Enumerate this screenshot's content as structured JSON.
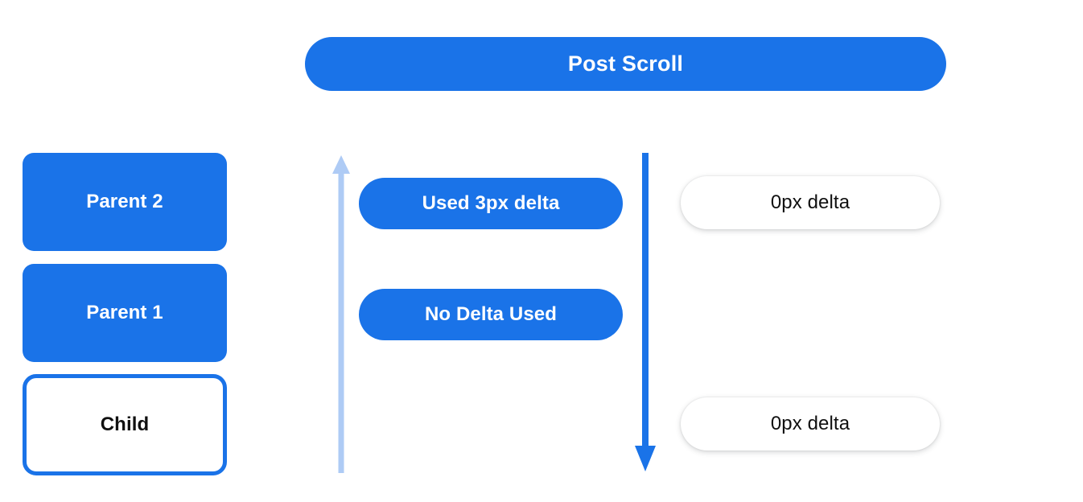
{
  "header": {
    "title": "Post Scroll",
    "bg_color": "#1a73e8",
    "text_color": "#ffffff"
  },
  "left_stack": {
    "boxes": [
      {
        "label": "Parent 2",
        "style": "filled",
        "bg_color": "#1a73e8",
        "text_color": "#ffffff"
      },
      {
        "label": "Parent 1",
        "style": "filled",
        "bg_color": "#1a73e8",
        "text_color": "#ffffff"
      },
      {
        "label": "Child",
        "style": "outlined",
        "bg_color": "#ffffff",
        "border_color": "#1a73e8",
        "text_color": "#101010"
      }
    ]
  },
  "middle_column": {
    "pills": [
      {
        "label": "Used 3px delta",
        "bg_color": "#1a73e8",
        "text_color": "#ffffff"
      },
      {
        "label": "No Delta Used",
        "bg_color": "#1a73e8",
        "text_color": "#ffffff"
      }
    ]
  },
  "right_column": {
    "pills": [
      {
        "label": "0px delta",
        "bg_color": "#ffffff",
        "text_color": "#101010"
      },
      {
        "label": "0px delta",
        "bg_color": "#ffffff",
        "text_color": "#101010"
      }
    ]
  },
  "arrows": [
    {
      "name": "scroll-up-arrow",
      "direction": "up",
      "color": "#aecbf5"
    },
    {
      "name": "scroll-down-arrow",
      "direction": "down",
      "color": "#1a73e8"
    }
  ]
}
